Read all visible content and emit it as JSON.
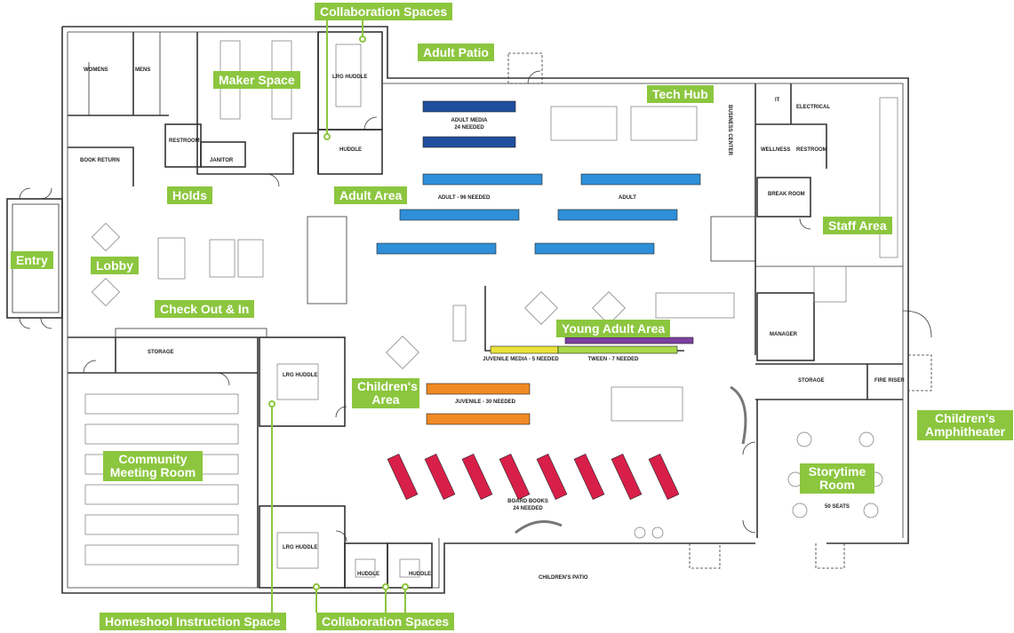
{
  "labels": {
    "collab_top": "Collaboration Spaces",
    "adult_patio": "Adult Patio",
    "maker_space": "Maker Space",
    "tech_hub": "Tech Hub",
    "holds": "Holds",
    "adult_area": "Adult Area",
    "staff_area": "Staff Area",
    "entry": "Entry",
    "lobby": "Lobby",
    "check_out_in": "Check Out & In",
    "young_adult_area": "Young Adult Area",
    "childrens_area": "Children's Area",
    "childrens_amphitheater": "Children's Amphitheater",
    "community_meeting_room": "Community Meeting Room",
    "storytime_room": "Storytime Room",
    "homeschool_instruction_space": "Homeshool Instruction Space",
    "collab_bottom": "Collaboration Spaces"
  },
  "rooms": {
    "womens": "WOMENS",
    "mens": "MENS",
    "restroom": "RESTROOM",
    "janitor": "JANITOR",
    "book_return": "BOOK RETURN",
    "lrg_huddle_top": "LRG HUDDLE",
    "huddle_top": "HUDDLE",
    "business_center": "BUSINESS CENTER",
    "it": "IT",
    "electrical": "ELECTRICAL",
    "wellness": "WELLNESS",
    "restroom_staff": "RESTROOM",
    "break_room": "BREAK ROOM",
    "manager": "MANAGER",
    "storage_staff": "STORAGE",
    "fire_riser": "FIRE RISER",
    "storage_left": "STORAGE",
    "lrg_huddle_mid": "LRG HUDDLE",
    "lrg_huddle_bottom": "LRG HUDDLE",
    "huddle_b1": "HUDDLE",
    "huddle_b2": "HUDDLE",
    "childrens_patio": "CHILDREN'S PATIO",
    "seats_50": "50 SEATS"
  },
  "shelf_labels": {
    "adult_media": "ADULT MEDIA",
    "adult_media_needed": "24 NEEDED",
    "adult_96": "ADULT - 96 NEEDED",
    "adult": "ADULT",
    "juvenile_media": "JUVENILE MEDIA - 5 NEEDED",
    "tween": "TWEEN - 7 NEEDED",
    "juvenile": "JUVENILE - 30 NEEDED",
    "board_books": "BOARD BOOKS",
    "board_books_needed": "24 NEEDED"
  },
  "colors": {
    "label_green": "#8cc63f",
    "shelf_dark_blue": "#1f4e9e",
    "shelf_light_blue": "#2f8fd8",
    "shelf_orange": "#f08a24",
    "shelf_purple": "#7b3fa0",
    "shelf_yellow": "#e8e23a",
    "shelf_lime": "#a8d84a",
    "shelf_red": "#d81f4a",
    "wall": "#333333"
  }
}
